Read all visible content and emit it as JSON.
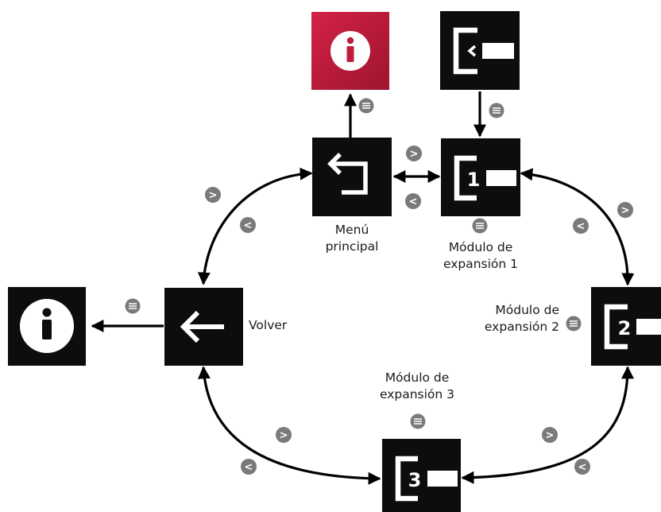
{
  "nodes": {
    "info_top": {
      "icon": "info-icon",
      "color": "#be1e3d"
    },
    "expansion_entry": {
      "icon": "expansion-module-enter-icon"
    },
    "main_menu": {
      "icon": "return-arrow-icon",
      "label_line1": "Menú",
      "label_line2": "principal"
    },
    "module1": {
      "icon": "expansion-module-icon",
      "number": "1",
      "label_line1": "Módulo de",
      "label_line2": "expansión 1"
    },
    "module2": {
      "icon": "expansion-module-icon",
      "number": "2",
      "label_line1": "Módulo de",
      "label_line2": "expansión 2"
    },
    "module3": {
      "icon": "expansion-module-icon",
      "number": "3",
      "label_line1": "Módulo de",
      "label_line2": "expansión 3"
    },
    "back": {
      "icon": "left-arrow-icon",
      "label": "Volver"
    },
    "info_left": {
      "icon": "info-icon"
    }
  },
  "buttons": {
    "next_symbol": ">",
    "prev_symbol": "<",
    "menu_icon": "menu-lines-icon"
  },
  "colors": {
    "tile": "#0d0d0d",
    "info_red": "#be1e3d",
    "badge": "#7a7a7a",
    "arrow": "#000000"
  }
}
